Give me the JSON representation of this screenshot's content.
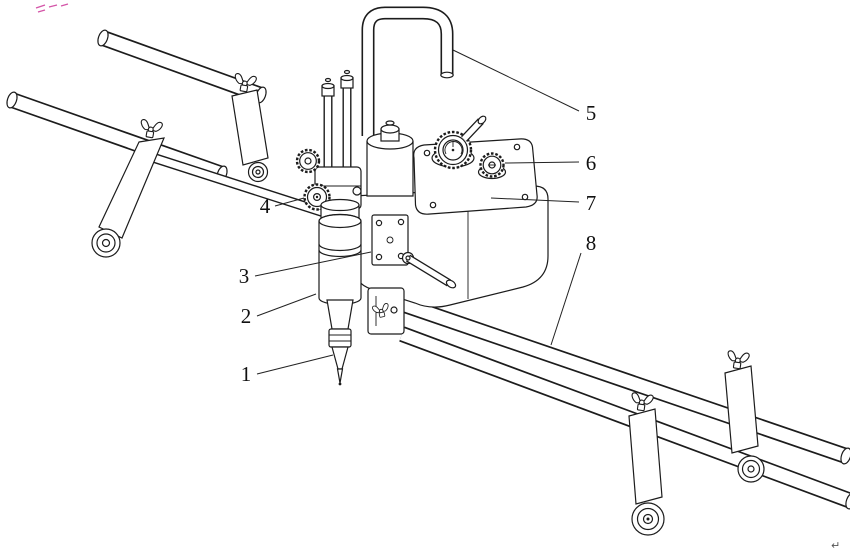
{
  "diagram": {
    "background": "#ffffff",
    "line_color": "#1c1c1c",
    "watermark_color": "#d455a8",
    "callouts": [
      {
        "label": "1"
      },
      {
        "label": "2"
      },
      {
        "label": "3"
      },
      {
        "label": "4"
      },
      {
        "label": "5"
      },
      {
        "label": "6"
      },
      {
        "label": "7"
      },
      {
        "label": "8"
      }
    ],
    "corner_mark": "↵"
  }
}
